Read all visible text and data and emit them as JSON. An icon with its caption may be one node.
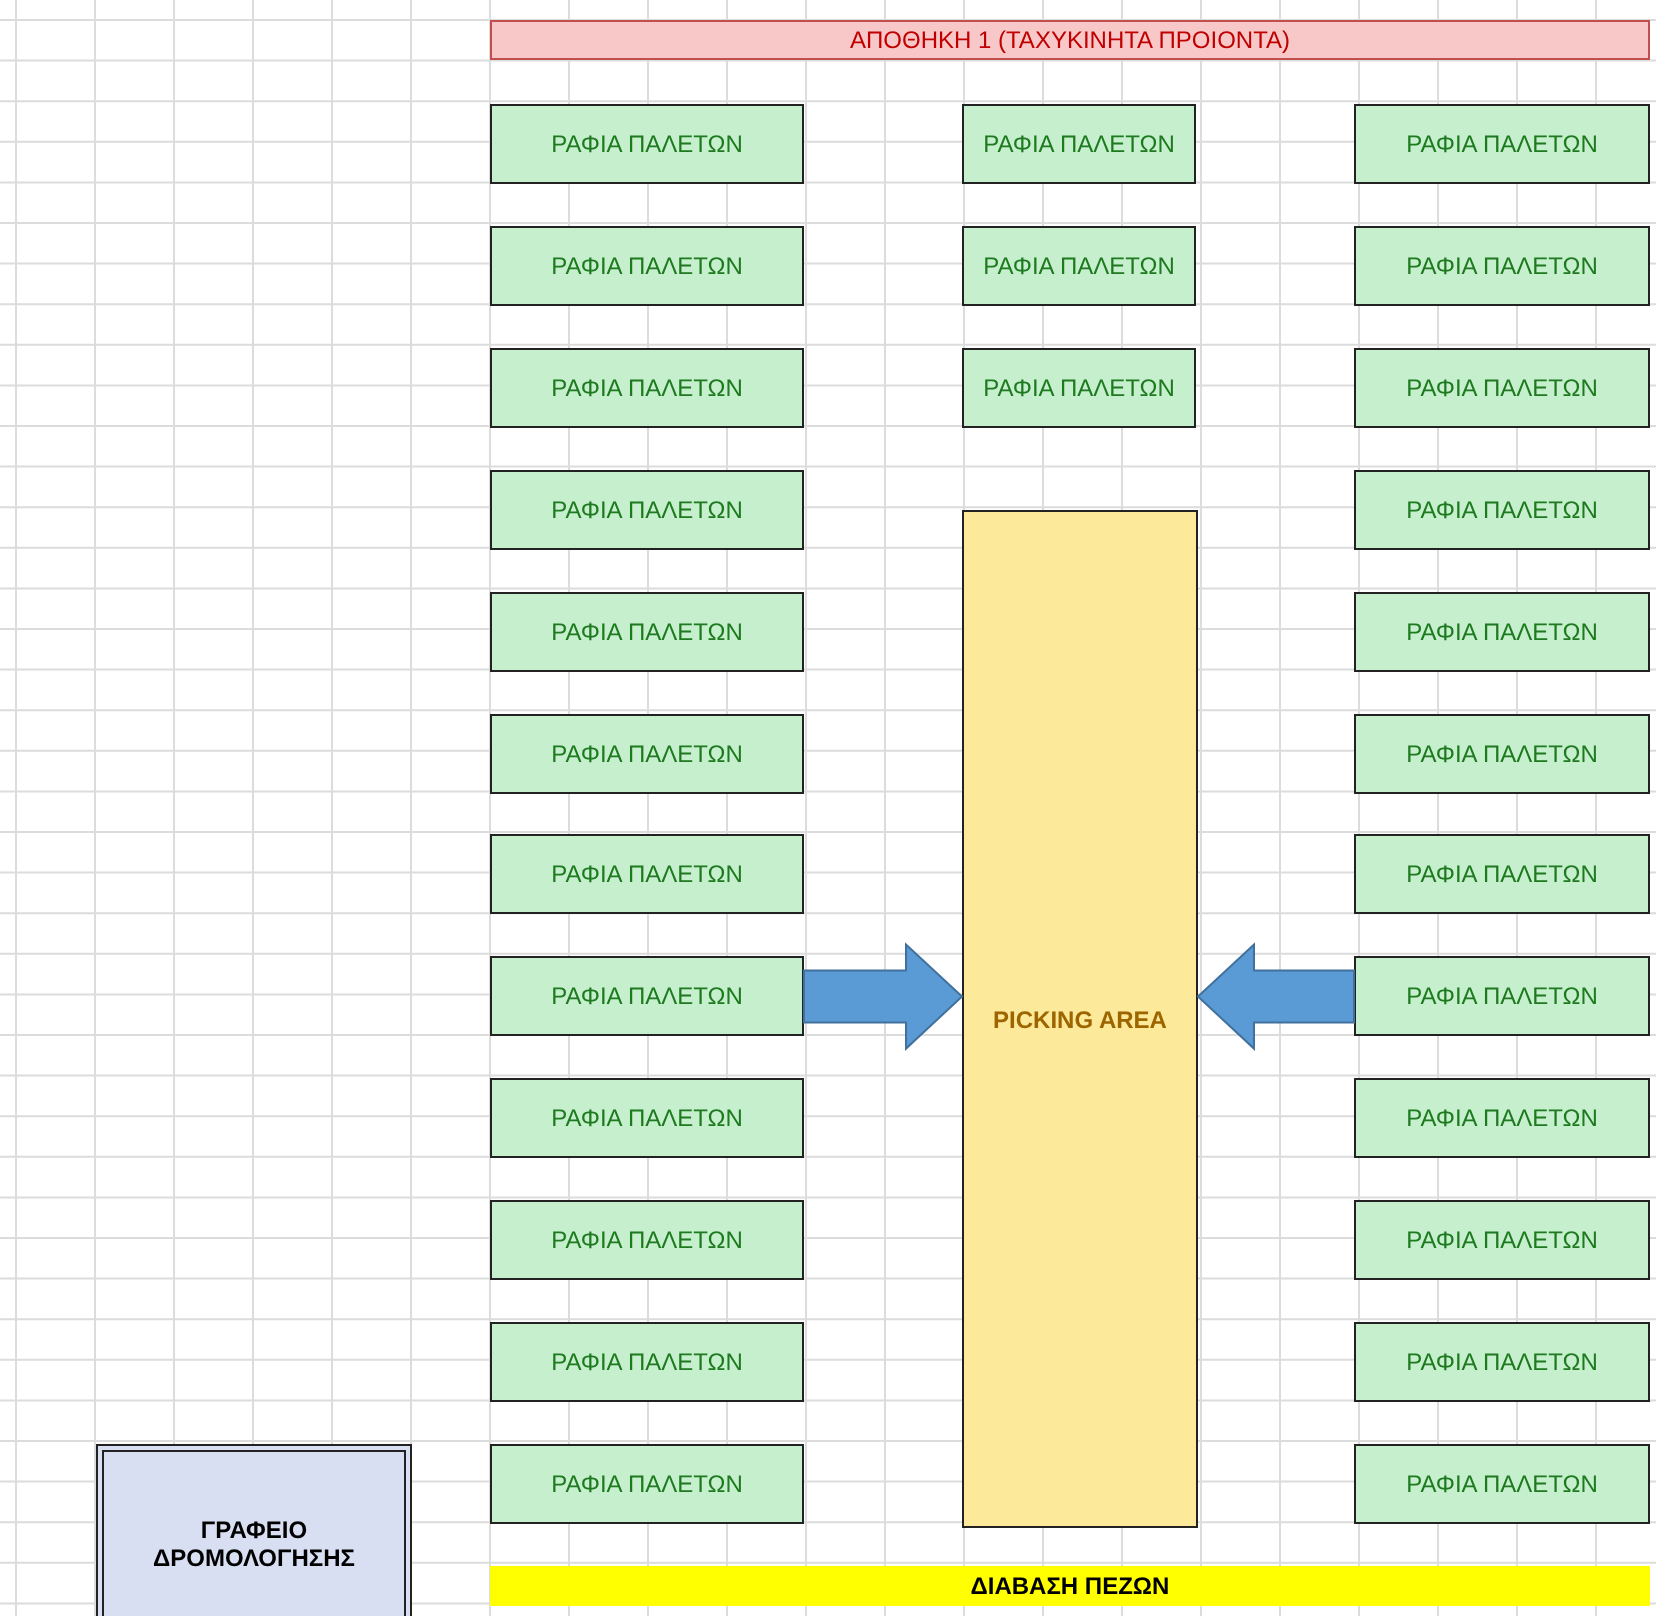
{
  "diagram": {
    "nodes": [
      {
        "text": [
          "ΑΠΟΘΗΚΗ 1 (ΤΑΧΥΚΙΝΗΤΑ ΠΡΟΙΟΝΤΑ)"
        ]
      },
      {
        "text": [
          "ΡΑΦΙΑ ΠΑΛΕΤΩΝ"
        ]
      },
      {
        "text": [
          "ΡΑΦΙΑ ΠΑΛΕΤΩΝ"
        ]
      },
      {
        "text": [
          "ΡΑΦΙΑ ΠΑΛΕΤΩΝ"
        ]
      },
      {
        "text": [
          "ΡΑΦΙΑ ΠΑΛΕΤΩΝ"
        ]
      },
      {
        "text": [
          "ΡΑΦΙΑ ΠΑΛΕΤΩΝ"
        ]
      },
      {
        "text": [
          "ΡΑΦΙΑ ΠΑΛΕΤΩΝ"
        ]
      },
      {
        "text": [
          "ΡΑΦΙΑ ΠΑΛΕΤΩΝ"
        ]
      },
      {
        "text": [
          "ΡΑΦΙΑ ΠΑΛΕΤΩΝ"
        ]
      },
      {
        "text": [
          "ΡΑΦΙΑ ΠΑΛΕΤΩΝ"
        ]
      },
      {
        "text": [
          "ΡΑΦΙΑ ΠΑΛΕΤΩΝ"
        ]
      },
      {
        "text": [
          "ΡΑΦΙΑ ΠΑΛΕΤΩΝ"
        ]
      },
      {
        "text": [
          "ΡΑΦΙΑ ΠΑΛΕΤΩΝ"
        ]
      },
      {
        "text": [
          "ΡΑΦΙΑ ΠΑΛΕΤΩΝ"
        ]
      },
      {
        "text": [
          "ΡΑΦΙΑ ΠΑΛΕΤΩΝ"
        ]
      },
      {
        "text": [
          "ΡΑΦΙΑ ΠΑΛΕΤΩΝ"
        ]
      },
      {
        "text": [
          "PICKING AREA"
        ]
      },
      {
        "text": [
          "ΡΑΦΙΑ ΠΑΛΕΤΩΝ"
        ]
      },
      {
        "text": [
          "ΡΑΦΙΑ ΠΑΛΕΤΩΝ"
        ]
      },
      {
        "text": [
          "ΡΑΦΙΑ ΠΑΛΕΤΩΝ"
        ]
      },
      {
        "text": [
          "ΡΑΦΙΑ ΠΑΛΕΤΩΝ"
        ]
      },
      {
        "text": [
          "ΡΑΦΙΑ ΠΑΛΕΤΩΝ"
        ]
      },
      {
        "text": [
          "ΡΑΦΙΑ ΠΑΛΕΤΩΝ"
        ]
      },
      {
        "text": [
          "ΡΑΦΙΑ ΠΑΛΕΤΩΝ"
        ]
      },
      {
        "text": [
          "ΡΑΦΙΑ ΠΑΛΕΤΩΝ"
        ]
      },
      {
        "text": [
          "ΡΑΦΙΑ ΠΑΛΕΤΩΝ"
        ]
      },
      {
        "text": [
          "ΡΑΦΙΑ ΠΑΛΕΤΩΝ"
        ]
      },
      {
        "text": [
          "ΡΑΦΙΑ ΠΑΛΕΤΩΝ"
        ]
      },
      {
        "text": [
          "ΡΑΦΙΑ ΠΑΛΕΤΩΝ"
        ]
      },
      {
        "text": [
          "ΓΡΑΦΕΙΟ ΔΡΟΜΟΛΟΓΗΣΗΣ"
        ]
      },
      {
        "text": [
          "ΔΙΑΒΑΣΗ ΠΕΖΩΝ"
        ]
      }
    ],
    "edges": [
      {
        "from": 8,
        "to": 16,
        "arrow": "to"
      },
      {
        "from": 24,
        "to": 16,
        "arrow": "to"
      }
    ]
  }
}
